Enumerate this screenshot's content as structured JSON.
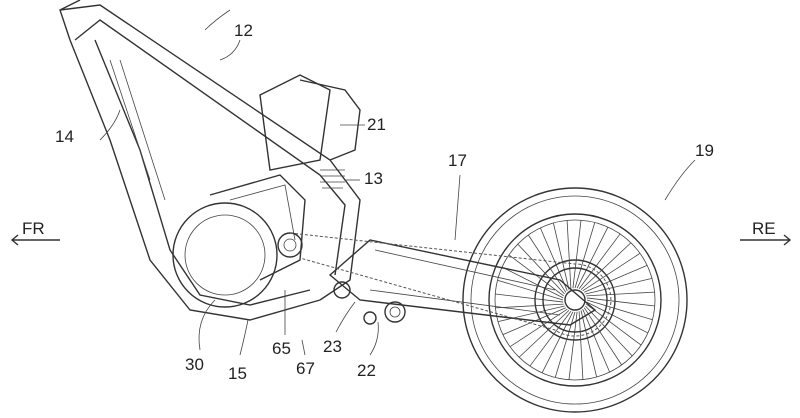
{
  "figure": {
    "direction_front": "FR",
    "direction_rear": "RE",
    "labels": {
      "frame_main": "12",
      "frame_pipe": "13",
      "frame_down": "14",
      "frame_lower": "15",
      "swing_arm": "17",
      "rear_wheel": "19",
      "shock": "21",
      "link": "22",
      "pivot": "23",
      "motor": "30",
      "sprocket": "65",
      "chain": "67"
    }
  }
}
